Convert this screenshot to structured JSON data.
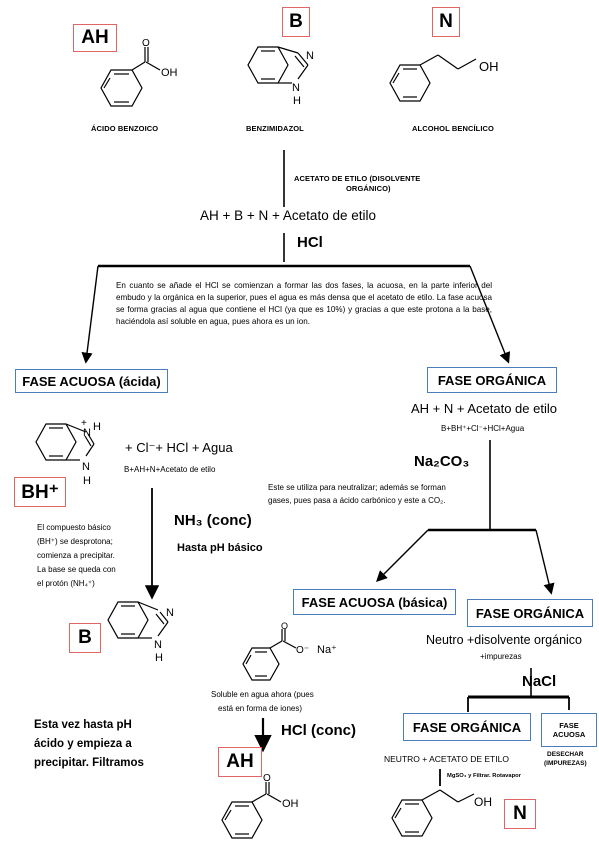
{
  "labels": {
    "ah_top": "AH",
    "b_top": "B",
    "n_top": "N",
    "bh_plus": "BH⁺",
    "b_mid": "B",
    "ah_bottom": "AH",
    "n_bottom": "N"
  },
  "compounds": {
    "acido": "ÁCIDO BENZOICO",
    "benzimidazol": "BENZIMIDAZOL",
    "alcohol": "ALCOHOL BENCÍLICO"
  },
  "solvent_note": [
    "ACETATO DE ETILO (DISOLVENTE",
    "ORGÁNICO)"
  ],
  "mixture": "AH + B + N + Acetato de etilo",
  "reagents": {
    "hcl": "HCl",
    "na2co3": "Na₂CO₃",
    "nh3": "NH₃ (conc)",
    "nh3_note": "Hasta pH básico",
    "hcl_conc": "HCl (conc)",
    "nacl": "NaCl",
    "mgso4": "MgSO₄ y Filtrar. Rotavapor"
  },
  "explanation": "En cuanto se añade el HCl se comienzan a formar las dos fases, la acuosa, en la parte inferior del embudo y la orgánica en la superior, pues el agua es más densa que el acetato de etilo. La fase acuosa se forma gracias al agua que contiene el HCl (ya que es 10%) y gracias a que este protona a la base, haciéndola así soluble en agua, pues ahora es un ion.",
  "phases": {
    "acuosa_acida": "FASE ACUOSA (ácida)",
    "organica_1": "FASE ORGÁNICA",
    "acuosa_basica": "FASE ACUOSA (básica)",
    "organica_2": "FASE ORGÁNICA",
    "organica_3": "FASE ORGÁNICA",
    "acuosa_small_1": "FASE",
    "acuosa_small_2": "ACUOSA"
  },
  "equations": {
    "left_main": "+ Cl⁻+ HCl + Agua",
    "left_sub": "B+AH+N+Acetato de etilo",
    "right_main": "AH + N + Acetato de etilo",
    "right_sub": "B+BH⁺+Cl⁻+HCl+Agua",
    "neutro": "Neutro +disolvente orgánico",
    "impurezas": "+impurezas",
    "neutro_acetato": "NEUTRO + ACETATO DE ETILO",
    "desechar_1": "DESECHAR",
    "desechar_2": "(IMPUREZAS)"
  },
  "notes": {
    "neutralizar": [
      "Este se utiliza para neutralizar; además se forman",
      "gases, pues pasa a ácido carbónico y este a CO₂."
    ],
    "compuesto_basico": [
      "El compuesto básico",
      "(BH⁺) se desprotona;",
      "comienza a precipitar.",
      "La base se queda con",
      "el protón (NH₄⁺)"
    ],
    "soluble": [
      "Soluble en agua ahora (pues",
      "está en forma de iones)"
    ],
    "esta_vez": [
      "Esta vez hasta pH",
      "ácido y empieza a",
      "precipitar. Filtramos"
    ]
  },
  "atoms": {
    "o": "O",
    "oh": "OH",
    "n": "N",
    "h": "H",
    "plus": "+",
    "na": "Na⁺",
    "o_minus": "O⁻"
  },
  "colors": {
    "red_box": "#e06666",
    "blue_box": "#4a7ebb"
  }
}
